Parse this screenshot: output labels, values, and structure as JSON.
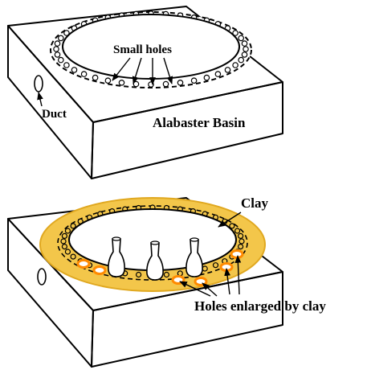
{
  "top_figure": {
    "caption": "Alabaster Basin",
    "label_small_holes": "Small holes",
    "label_duct": "Duct"
  },
  "bottom_figure": {
    "label_clay": "Clay",
    "label_holes_enlarged": "Holes enlarged by clay"
  },
  "colors": {
    "clay_fill": "#f3c64a",
    "clay_edge": "#e0a820",
    "enlarged_hole_ring": "#ff8a00",
    "stroke": "#000000",
    "background": "#ffffff"
  }
}
